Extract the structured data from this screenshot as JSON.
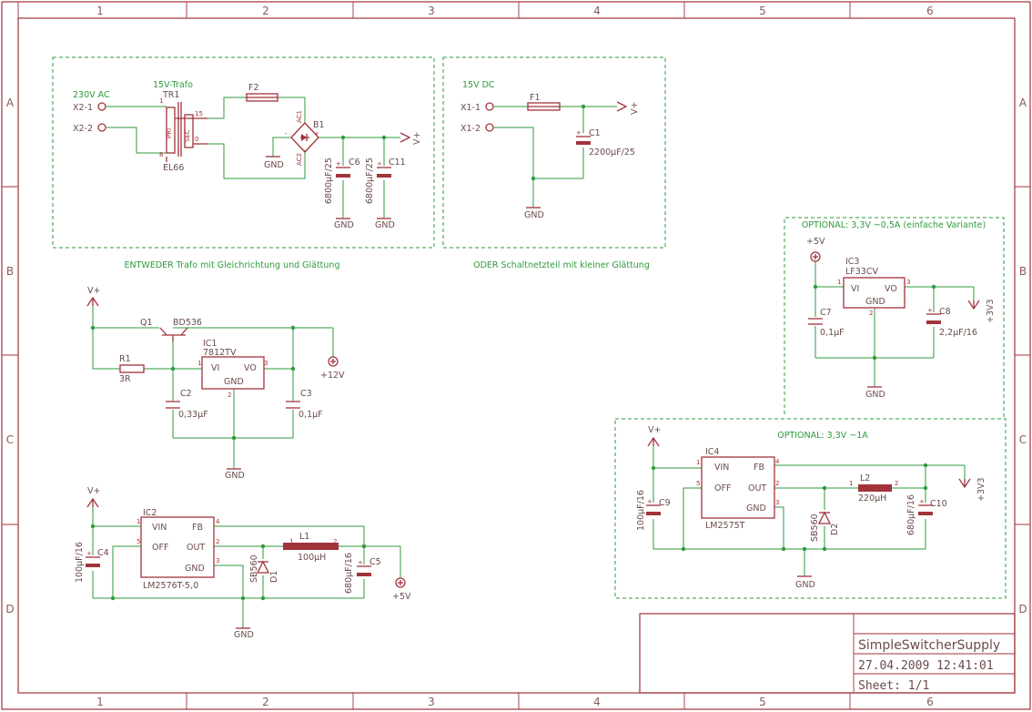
{
  "frame": {
    "columns": [
      "1",
      "2",
      "3",
      "4",
      "5",
      "6"
    ],
    "rows": [
      "A",
      "B",
      "C",
      "D"
    ]
  },
  "title_block": {
    "drawing_name": "SimpleSwitcherSupply",
    "date": "27.04.2009 12:41:01",
    "sheet": "Sheet: 1/1"
  },
  "sections": {
    "trafo_note": "ENTWEDER Trafo mit Gleichrichtung und Glättung",
    "psu_note": "ODER Schaltnetzteil mit kleiner Glättung",
    "opt1_note": "OPTIONAL: 3,3V ~0,5A (einfache Variante)",
    "opt2_note": "OPTIONAL: 3,3V ~1A"
  },
  "labels": {
    "ac_in": "230V AC",
    "trafo_value": "15V-Trafo",
    "tr1": "TR1",
    "el66": "EL66",
    "x21": "X2-1",
    "x22": "X2-2",
    "x11": "X1-1",
    "x12": "X1-2",
    "dc_in": "15V DC",
    "f1": "F1",
    "f2": "F2",
    "b1": "B1",
    "ac1": "AC1",
    "ac2": "AC2",
    "c1": "C1",
    "c1v": "2200µF/25",
    "c6": "C6",
    "c6v": "6800µF/25",
    "c11": "C11",
    "c11v": "6800µF/25",
    "q1": "Q1",
    "q1v": "BD536",
    "r1": "R1",
    "r1v": "3R",
    "ic1": "IC1",
    "ic1v": "7812TV",
    "c2": "C2",
    "c2v": "0,33µF",
    "c3": "C3",
    "c3v": "0,1µF",
    "p12v": "+12V",
    "ic2": "IC2",
    "ic2v": "LM2576T-5,0",
    "c4": "C4",
    "c4v": "100µF/16",
    "d1": "D1",
    "d1v": "SB560",
    "l1": "L1",
    "l1v": "100µH",
    "c5": "C5",
    "c5v": "680µF/16",
    "p5v": "+5V",
    "ic3": "IC3",
    "ic3v": "LF33CV",
    "c7": "C7",
    "c7v": "0,1µF",
    "c8": "C8",
    "c8v": "2,2µF/16",
    "p3v3": "+3V3",
    "ic4": "IC4",
    "ic4v": "LM2575T",
    "c9": "C9",
    "c9v": "100µF/16",
    "d2": "D2",
    "d2v": "SB560",
    "l2": "L2",
    "l2v": "220µH",
    "c10": "C10",
    "c10v": "680µF/16",
    "gnd": "GND",
    "vplus": "V+",
    "vi": "VI",
    "vo": "VO",
    "vin": "VIN",
    "fb": "FB",
    "off": "OFF",
    "out": "OUT",
    "pri": "PRI",
    "sec": "SEC",
    "pin1": "1",
    "pin2": "2",
    "pin3": "3",
    "pin4": "4",
    "pin5": "5",
    "pin8": "8",
    "pin15": "15",
    "pin0": "0",
    "minus": "-",
    "plus": "+"
  }
}
